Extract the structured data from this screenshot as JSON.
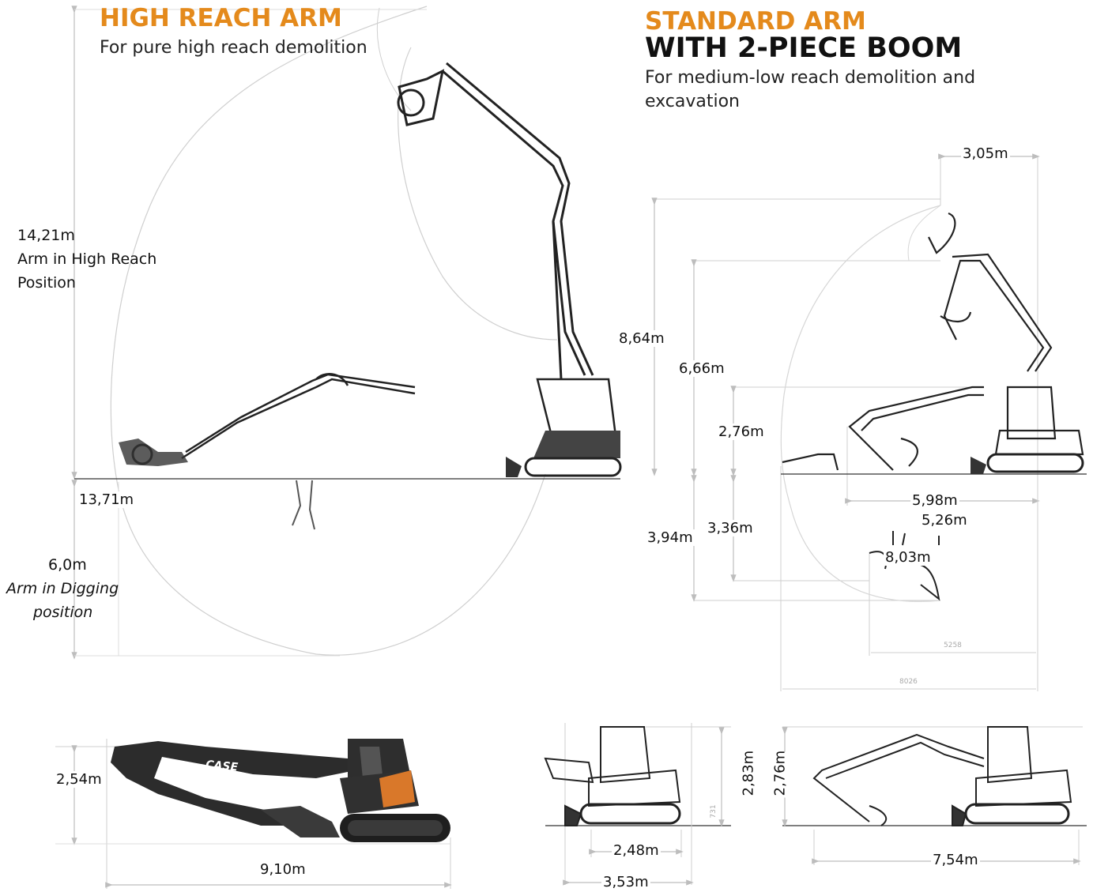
{
  "high_reach": {
    "title": "HIGH REACH  ARM",
    "subtitle": "For pure high reach demolition",
    "height_value": "14,21m",
    "height_note_1": "Arm in High Reach",
    "height_note_2": "Position",
    "reach_value": "13,71m",
    "dig_value": "6,0m",
    "dig_note_1": "Arm in Digging",
    "dig_note_2": "position"
  },
  "standard": {
    "title": "STANDARD ARM",
    "title2": "WITH 2-PIECE BOOM",
    "subtitle_1": "For medium-low reach demolition and",
    "subtitle_2": "excavation",
    "top_width": "3,05m",
    "h1": "8,64m",
    "h2": "6,66m",
    "h3": "2,76m",
    "d1": "3,94m",
    "d2": "3,36m",
    "r1": "5,98m",
    "r2": "5,26m",
    "r3": "8,03m",
    "small_5258": "5258",
    "small_8026": "8026"
  },
  "photo": {
    "height": "2,54m",
    "length": "9,10m",
    "brand": "CASE"
  },
  "transport": {
    "h_short": "2,83m",
    "h_long": "2,76m",
    "small_731": "731",
    "w_inner": "2,48m",
    "w_outer": "3,53m",
    "length": "7,54m"
  },
  "colors": {
    "accent": "#e48a1c",
    "line": "#9a9a9a",
    "machine": "#2a2a2a",
    "case_orange": "#d9782a"
  }
}
